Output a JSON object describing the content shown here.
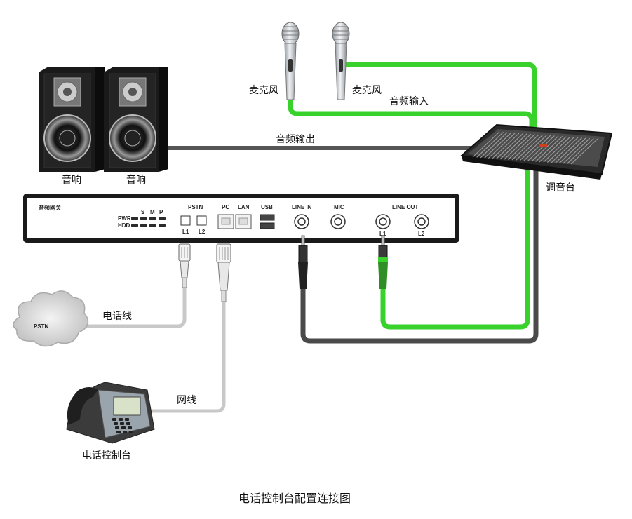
{
  "labels": {
    "mic_left": "麦克风",
    "mic_right": "麦克风",
    "audio_in": "音频输入",
    "audio_out": "音频输出",
    "speaker_left": "音响",
    "speaker_right": "音响",
    "mixer": "调音台",
    "phone_line": "电话线",
    "net_line": "网线",
    "pstn_cloud": "PSTN",
    "console": "电话控制台",
    "caption": "电话控制台配置连接图"
  },
  "gateway": {
    "title": "音频网关",
    "led_rows": [
      "PWR",
      "HDD"
    ],
    "led_cols": [
      "S",
      "M",
      "P"
    ],
    "pstn": {
      "label": "PSTN",
      "ports": [
        "L1",
        "L2"
      ]
    },
    "pc": "PC",
    "lan": "LAN",
    "usb": "USB",
    "line_in": "LINE IN",
    "mic": "MIC",
    "line_out": {
      "label": "LINE OUT",
      "ports": [
        "L1",
        "L2"
      ]
    }
  },
  "colors": {
    "green_cable": "#39d12c",
    "dark_cable": "#4a4a4a",
    "grey_cable": "#c8c8c8",
    "device_black": "#1a1a1a"
  }
}
